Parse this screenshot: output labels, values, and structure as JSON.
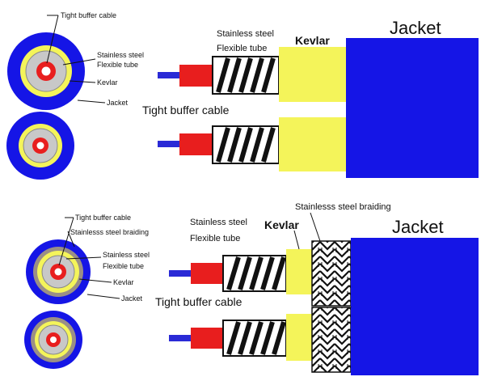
{
  "colors": {
    "jacket": "#1515e6",
    "kevlar": "#f4f45a",
    "tube": "#c8c8c8",
    "braid": "#9a8f86",
    "buffer": "#e81e1e",
    "fiber": "#2a2ad6",
    "outline": "#111111",
    "background": "#ffffff"
  },
  "top": {
    "cross_labels": {
      "tight_buffer": "Tight buffer cable",
      "steel_line1": "Stainless steel",
      "steel_line2": "Flexible tube",
      "kevlar": "Kevlar",
      "jacket": "Jacket"
    },
    "side_labels": {
      "steel_line1": "Stainless steel",
      "steel_line2": "Flexible tube",
      "kevlar": "Kevlar",
      "jacket": "Jacket",
      "tight_buffer": "Tight buffer cable"
    }
  },
  "bottom": {
    "cross_labels": {
      "tight_buffer": "Tight buffer cable",
      "braiding": "Stainlesss steel braiding",
      "steel_line1": "Stainless steel",
      "steel_line2": "Flexible tube",
      "kevlar": "Kevlar",
      "jacket": "Jacket"
    },
    "side_labels": {
      "braiding": "Stainlesss steel braiding",
      "steel_line1": "Stainless steel",
      "steel_line2": "Flexible tube",
      "kevlar": "Kevlar",
      "jacket": "Jacket",
      "tight_buffer": "Tight buffer cable"
    }
  }
}
